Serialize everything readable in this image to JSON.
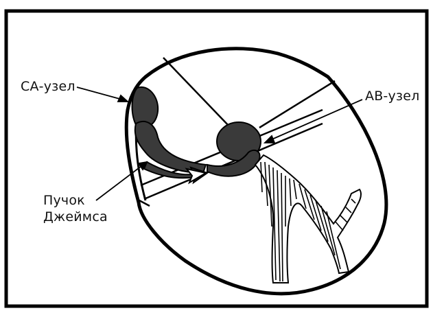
{
  "labels": {
    "sa_node": "СА-узел",
    "av_node": "АВ-узел",
    "james_bundle_line1": "Пучок",
    "james_bundle_line2": "Джеймса"
  },
  "colors": {
    "outline": "#000000",
    "node_fill": "#3a3a3a",
    "background": "#ffffff"
  }
}
